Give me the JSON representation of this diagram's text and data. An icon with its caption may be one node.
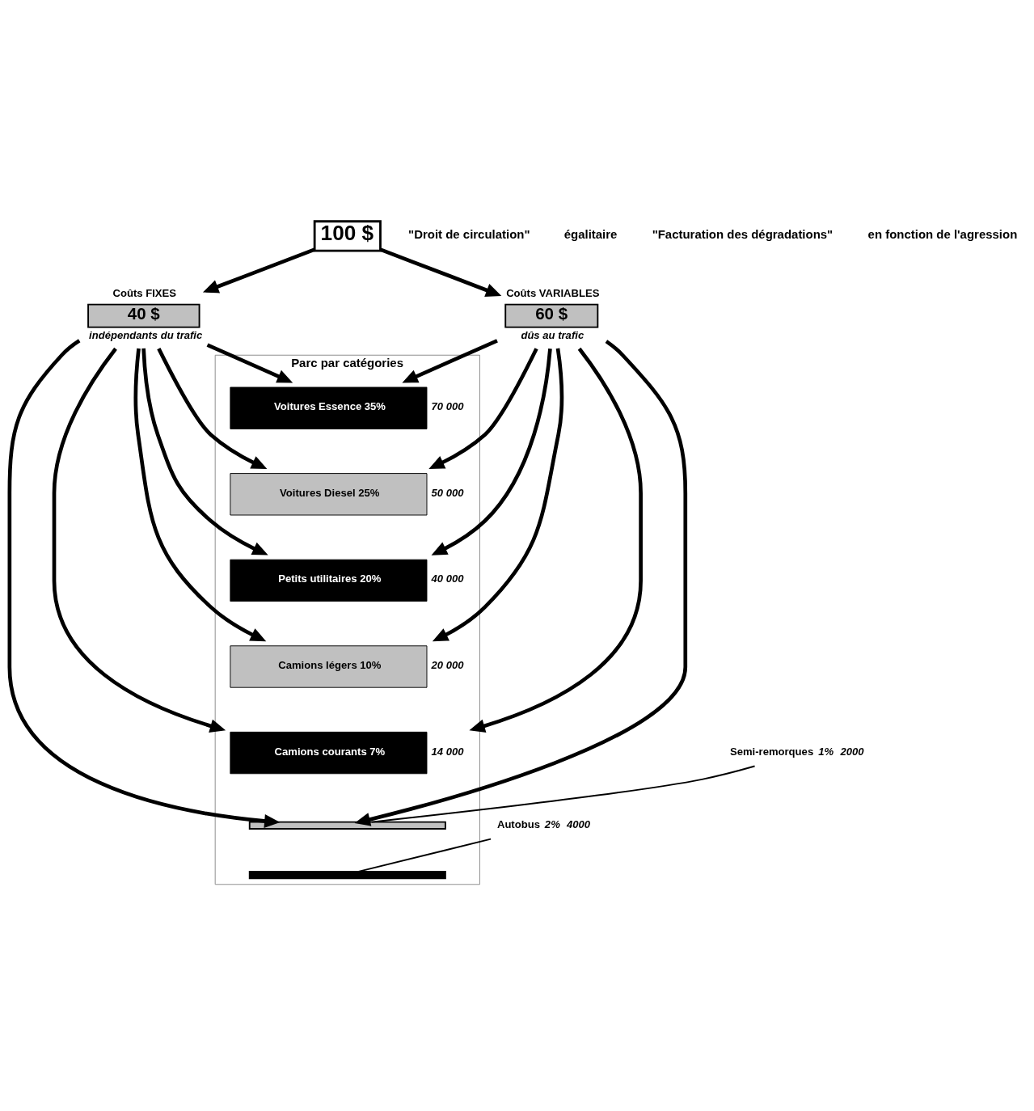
{
  "diagram": {
    "nodes": [
      {
        "text": [
          "100 $"
        ]
      },
      {
        "text": [
          "Coûts FIXES",
          "40 $"
        ],
        "beside": [
          "indépendants du trafic"
        ]
      },
      {
        "text": [
          "Coûts VARIABLES",
          "60 $"
        ],
        "beside": [
          "dûs au trafic"
        ]
      },
      {
        "text": [
          "Parc par catégories"
        ]
      },
      {
        "text": [
          "Voitures Essence 35%"
        ],
        "in": 3,
        "beside": [
          "70 000"
        ]
      },
      {
        "text": [
          "Voitures Diesel 25%"
        ],
        "in": 3,
        "beside": [
          "50 000"
        ]
      },
      {
        "text": [
          "Petits utilitaires 20%"
        ],
        "in": 3,
        "beside": [
          "40 000"
        ]
      },
      {
        "text": [
          "Camions légers 10%"
        ],
        "in": 3,
        "beside": [
          "20 000"
        ]
      },
      {
        "text": [
          "Camions courants 7%"
        ],
        "in": 3,
        "beside": [
          "14 000"
        ]
      },
      {
        "text": [],
        "shape": "bar",
        "in": 3
      },
      {
        "text": [],
        "shape": "bar",
        "in": 3
      },
      {
        "text": [
          "Semi-remorques"
        ],
        "beside": [
          "1%",
          "2000"
        ]
      },
      {
        "text": [
          "Autobus"
        ],
        "beside": [
          "2%",
          "4000"
        ]
      }
    ],
    "edges": [
      {
        "from": 0,
        "to": 1,
        "arrow": "to"
      },
      {
        "from": 0,
        "to": 2,
        "arrow": "to"
      },
      {
        "from": 1,
        "to": 4,
        "arrow": "to"
      },
      {
        "from": 1,
        "to": 5,
        "arrow": "to"
      },
      {
        "from": 1,
        "to": 6,
        "arrow": "to"
      },
      {
        "from": 1,
        "to": 7,
        "arrow": "to"
      },
      {
        "from": 1,
        "to": 8,
        "arrow": "to"
      },
      {
        "from": 1,
        "to": 9,
        "arrow": "to"
      },
      {
        "from": 2,
        "to": 4,
        "arrow": "to"
      },
      {
        "from": 2,
        "to": 5,
        "arrow": "to"
      },
      {
        "from": 2,
        "to": 6,
        "arrow": "to"
      },
      {
        "from": 2,
        "to": 7,
        "arrow": "to"
      },
      {
        "from": 2,
        "to": 8,
        "arrow": "to"
      },
      {
        "from": 2,
        "to": 9,
        "arrow": "to"
      },
      {
        "from": 11,
        "to": 9,
        "arrow": "none"
      },
      {
        "from": 12,
        "to": 10,
        "arrow": "none"
      }
    ],
    "labels": [
      "\"Droit de circulation\"",
      "égalitaire",
      "\"Facturation des dégradations\"",
      "en fonction de l'agression"
    ]
  }
}
